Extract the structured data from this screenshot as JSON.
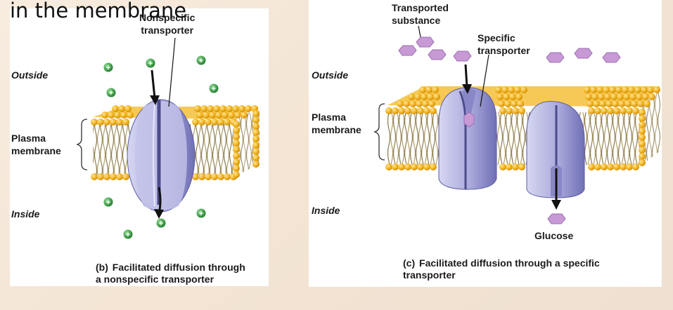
{
  "slide": {
    "title_fragment": "in the membrane"
  },
  "panel_b": {
    "outside_label": "Outside",
    "inside_label": "Inside",
    "membrane_label_1": "Plasma",
    "membrane_label_2": "membrane",
    "transporter_label_1": "Nonspecific",
    "transporter_label_2": "transporter",
    "caption_tag": "(b)",
    "caption_line_1": "Facilitated diffusion through",
    "caption_line_2": "a nonspecific transporter",
    "ion_symbol": "+"
  },
  "panel_c": {
    "substance_label_1": "Transported",
    "substance_label_2": "substance",
    "transporter_label_1": "Specific",
    "transporter_label_2": "transporter",
    "outside_label": "Outside",
    "inside_label": "Inside",
    "membrane_label_1": "Plasma",
    "membrane_label_2": "membrane",
    "glucose_label": "Glucose",
    "caption_tag": "(c)",
    "caption_line_1": "Facilitated diffusion through a specific",
    "caption_line_2": "transporter"
  },
  "colors": {
    "lipid_head": "#f2b31c",
    "lipid_tail": "#9a8a5a",
    "protein": "#a9a9dc",
    "protein_dark": "#6f6fb5",
    "ion": "#2e9b3c",
    "substance": "#c79ad6",
    "arrow": "#111111"
  }
}
